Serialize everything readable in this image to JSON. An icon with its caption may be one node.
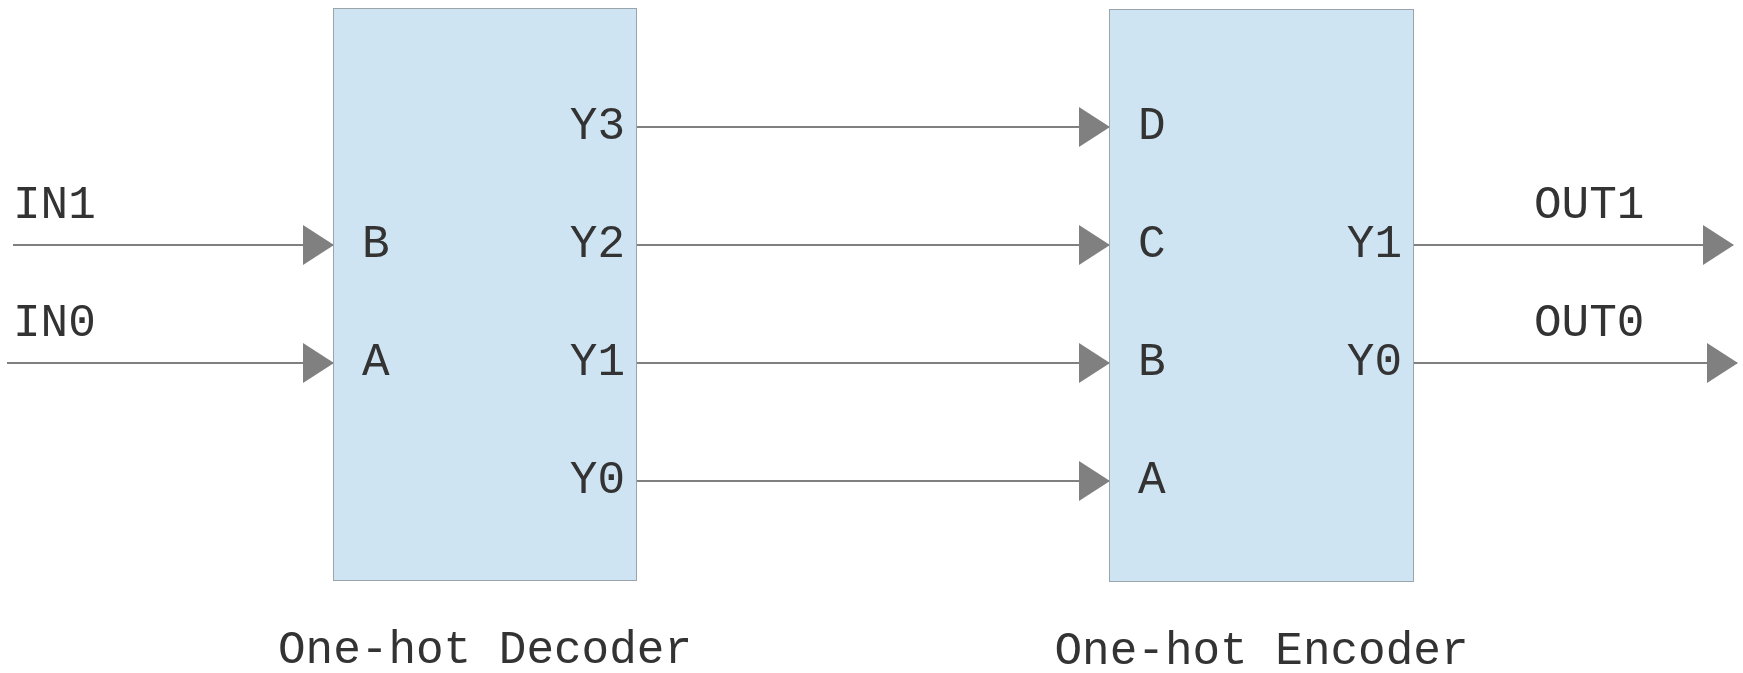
{
  "diagram": {
    "nodes": [
      {
        "text": [
          "One-hot Decoder"
        ]
      },
      {
        "text": [
          "B"
        ],
        "in": 0
      },
      {
        "text": [
          "A"
        ],
        "in": 0
      },
      {
        "text": [
          "Y3"
        ],
        "in": 0
      },
      {
        "text": [
          "Y2"
        ],
        "in": 0
      },
      {
        "text": [
          "Y1"
        ],
        "in": 0
      },
      {
        "text": [
          "Y0"
        ],
        "in": 0
      },
      {
        "text": [
          "One-hot Encoder"
        ]
      },
      {
        "text": [
          "D"
        ],
        "in": 7
      },
      {
        "text": [
          "C"
        ],
        "in": 7
      },
      {
        "text": [
          "B"
        ],
        "in": 7
      },
      {
        "text": [
          "A"
        ],
        "in": 7
      },
      {
        "text": [
          "Y1"
        ],
        "in": 7
      },
      {
        "text": [
          "Y0"
        ],
        "in": 7
      }
    ],
    "edges": [
      {
        "from": null,
        "to": 1,
        "arrow": "to",
        "label": "IN1"
      },
      {
        "from": null,
        "to": 2,
        "arrow": "to",
        "label": "IN0"
      },
      {
        "from": 3,
        "to": 8,
        "arrow": "to"
      },
      {
        "from": 4,
        "to": 9,
        "arrow": "to"
      },
      {
        "from": 5,
        "to": 10,
        "arrow": "to"
      },
      {
        "from": 6,
        "to": 11,
        "arrow": "to"
      },
      {
        "from": 12,
        "to": null,
        "arrow": "to",
        "label": "OUT1"
      },
      {
        "from": 13,
        "to": null,
        "arrow": "to",
        "label": "OUT0"
      }
    ]
  }
}
